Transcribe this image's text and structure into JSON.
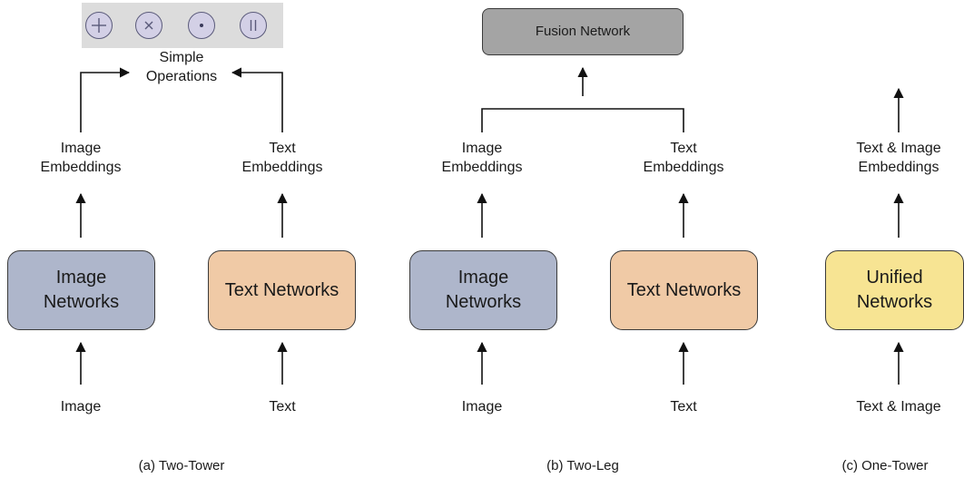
{
  "operations": {
    "icons": [
      "plus-circle-icon",
      "times-circle-icon",
      "dot-circle-icon",
      "parallel-circle-icon"
    ],
    "glyphs": [
      "+",
      "×",
      "·",
      "||"
    ],
    "label_line1": "Simple",
    "label_line2": "Operations"
  },
  "panels": {
    "a": {
      "caption": "(a) Two-Tower",
      "image_embed_l1": "Image",
      "image_embed_l2": "Embeddings",
      "text_embed_l1": "Text",
      "text_embed_l2": "Embeddings",
      "image_net_l1": "Image",
      "image_net_l2": "Networks",
      "text_net": "Text Networks",
      "image_input": "Image",
      "text_input": "Text"
    },
    "b": {
      "caption": "(b) Two-Leg",
      "fusion": "Fusion Network",
      "image_embed_l1": "Image",
      "image_embed_l2": "Embeddings",
      "text_embed_l1": "Text",
      "text_embed_l2": "Embeddings",
      "image_net_l1": "Image",
      "image_net_l2": "Networks",
      "text_net": "Text Networks",
      "image_input": "Image",
      "text_input": "Text"
    },
    "c": {
      "caption": "(c) One-Tower",
      "embed_l1": "Text & Image",
      "embed_l2": "Embeddings",
      "net_l1": "Unified",
      "net_l2": "Networks",
      "input": "Text & Image"
    }
  },
  "colors": {
    "image_networks": "#aeb6cb",
    "text_networks": "#f0caa6",
    "unified_networks": "#f7e493",
    "fusion_network": "#a4a4a4",
    "operations_bar": "#dcdcdc",
    "operation_icon": "#d3d0e6"
  }
}
